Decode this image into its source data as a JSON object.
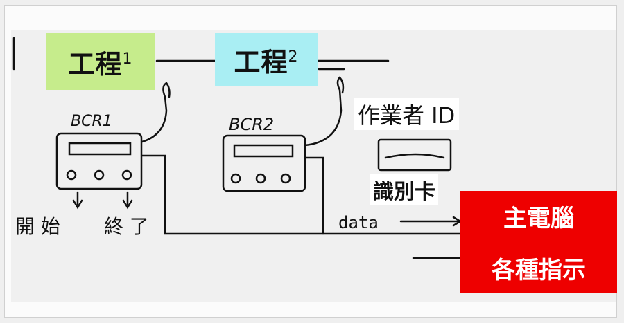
{
  "process1": {
    "label": "工程",
    "number": "1",
    "color": "#c6ec8c"
  },
  "process2": {
    "label": "工程",
    "number": "2",
    "color": "#a9eef3"
  },
  "bcr1": {
    "label": "BCR1"
  },
  "bcr2": {
    "label": "BCR2"
  },
  "operator_id": "作業者 ID",
  "id_card": "識別卡",
  "start": "開 始",
  "end": "終 了",
  "data": "data",
  "main_computer": {
    "line1": "主電腦",
    "line2": "各種指示",
    "color": "#ee0000"
  }
}
